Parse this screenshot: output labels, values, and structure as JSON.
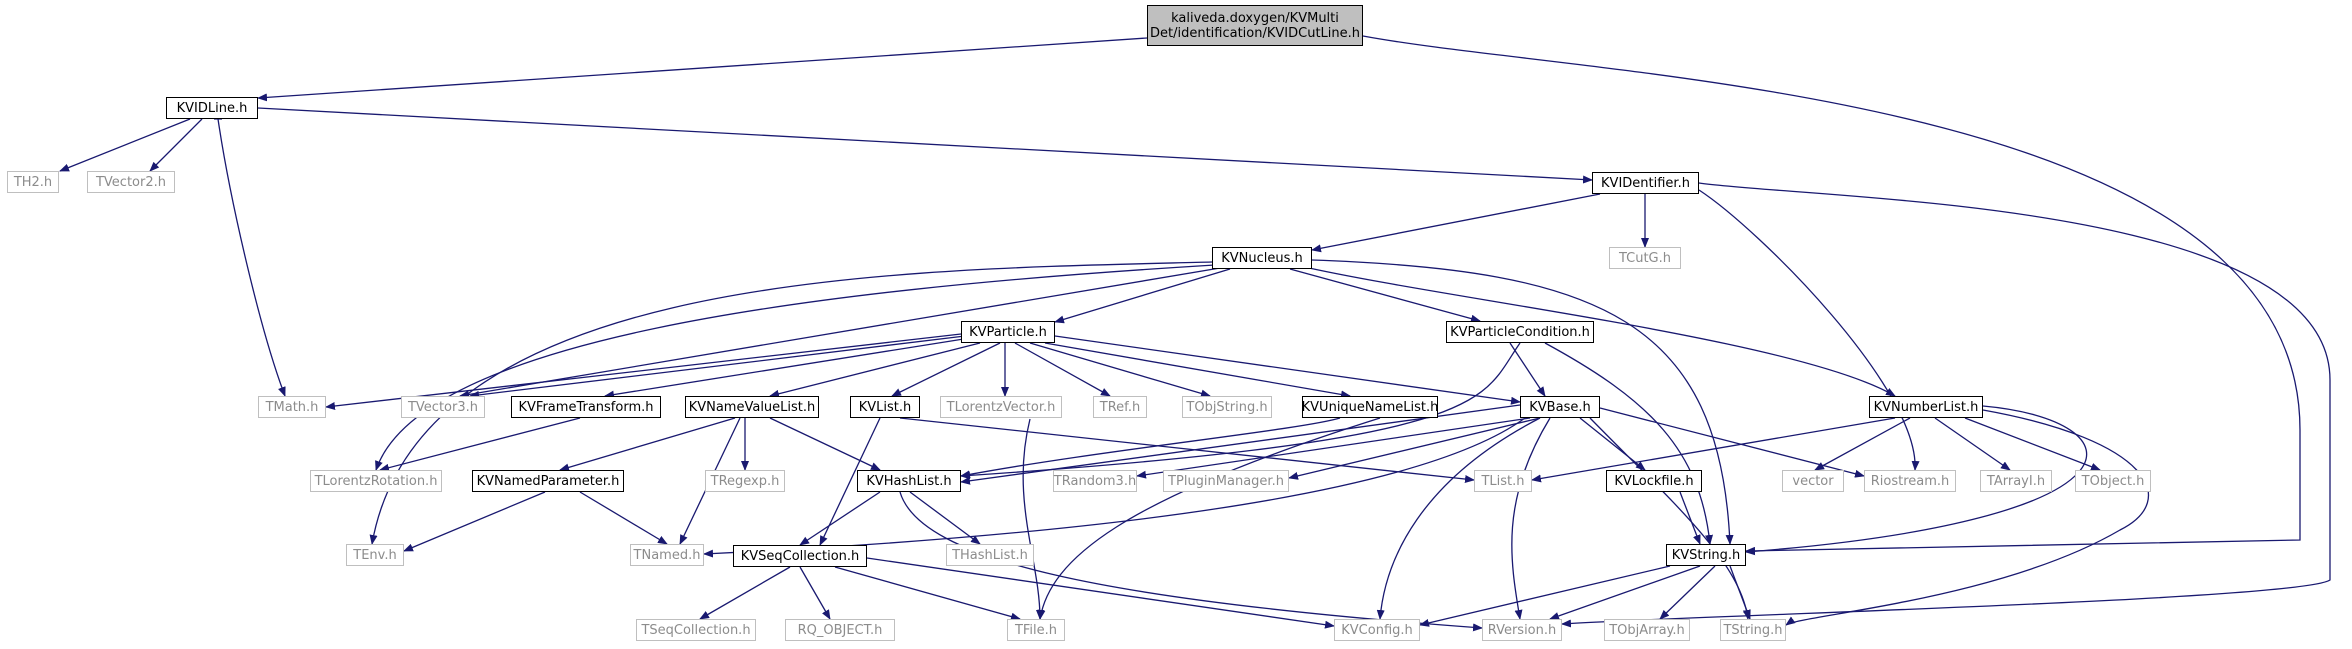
{
  "colors": {
    "edge": "#191970",
    "root_fill": "#bfbfbf",
    "external_border": "#bfbfbf",
    "external_text": "#8c8c8c"
  },
  "nodes": {
    "root": "kaliveda.doxygen/KVMulti Det/identification/KVIDCutLine.h",
    "KVIDLine": "KVIDLine.h",
    "TH2": "TH2.h",
    "TVector2": "TVector2.h",
    "KVIDentifier": "KVIDentifier.h",
    "TCutG": "TCutG.h",
    "KVNucleus": "KVNucleus.h",
    "KVParticle": "KVParticle.h",
    "KVParticleCondition": "KVParticleCondition.h",
    "TMath": "TMath.h",
    "TVector3": "TVector3.h",
    "KVFrameTransform": "KVFrameTransform.h",
    "KVNameValueList": "KVNameValueList.h",
    "KVList": "KVList.h",
    "TLorentzVector": "TLorentzVector.h",
    "TRef": "TRef.h",
    "TObjString": "TObjString.h",
    "KVUniqueNameList": "KVUniqueNameList.h",
    "KVBase": "KVBase.h",
    "KVNumberList": "KVNumberList.h",
    "TLorentzRotation": "TLorentzRotation.h",
    "KVNamedParameter": "KVNamedParameter.h",
    "TRegexp": "TRegexp.h",
    "KVHashList": "KVHashList.h",
    "TRandom3": "TRandom3.h",
    "TPluginManager": "TPluginManager.h",
    "TList": "TList.h",
    "KVLockfile": "KVLockfile.h",
    "vector": "vector",
    "Riostream": "Riostream.h",
    "TArrayI": "TArrayI.h",
    "TObject": "TObject.h",
    "TEnv": "TEnv.h",
    "TNamed": "TNamed.h",
    "THashList": "THashList.h",
    "KVString": "KVString.h",
    "KVSeqCollection": "KVSeqCollection.h",
    "TSeqCollection": "TSeqCollection.h",
    "RQ_OBJECT": "RQ_OBJECT.h",
    "TFile": "TFile.h",
    "KVConfig": "KVConfig.h",
    "RVersion": "RVersion.h",
    "TObjArray": "TObjArray.h",
    "TString": "TString.h"
  }
}
